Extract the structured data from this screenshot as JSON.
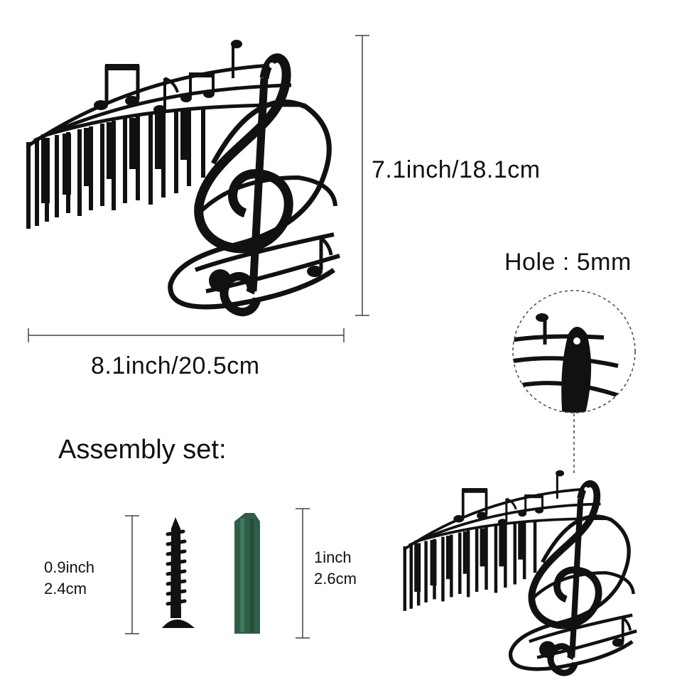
{
  "dimensions": {
    "height_label": "7.1inch/18.1cm",
    "width_label": "8.1inch/20.5cm",
    "hole_label": "Hole : 5mm"
  },
  "assembly": {
    "title": "Assembly set:",
    "screw_size_line1": "0.9inch",
    "screw_size_line2": "2.4cm",
    "anchor_size_line1": "1inch",
    "anchor_size_line2": "2.6cm"
  },
  "colors": {
    "metal": "#111111",
    "anchor": "#2f5e48",
    "guide": "#444444"
  },
  "icons": {
    "product": "music-note-piano-wall-decor",
    "screw": "screw-icon",
    "anchor": "wall-anchor-icon"
  }
}
